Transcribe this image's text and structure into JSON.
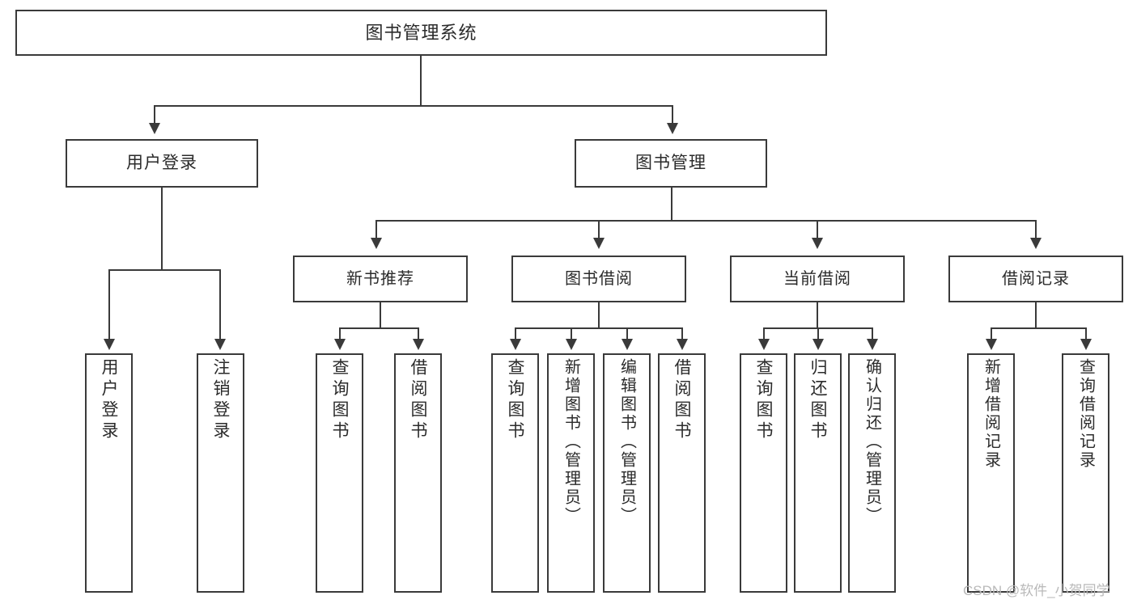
{
  "diagram": {
    "title": "图书管理系统",
    "type": "tree-hierarchy",
    "watermark": "CSDN @软件_小贺同学",
    "colors": {
      "background": "#ffffff",
      "border": "#3a3a3a",
      "text": "#2b2b2b",
      "watermark": "#b9b9b9"
    }
  },
  "nodes": {
    "root": {
      "label": "图书管理系统"
    },
    "level2": [
      {
        "id": "user-login",
        "label": "用户登录"
      },
      {
        "id": "book-manage",
        "label": "图书管理"
      }
    ],
    "level3": [
      {
        "id": "new-book-recommend",
        "label": "新书推荐"
      },
      {
        "id": "book-borrow",
        "label": "图书借阅"
      },
      {
        "id": "current-borrow",
        "label": "当前借阅"
      },
      {
        "id": "borrow-record",
        "label": "借阅记录"
      }
    ],
    "leaves": {
      "user-login": [
        {
          "id": "leaf-user-login",
          "label": "用户登录"
        },
        {
          "id": "leaf-logout-login",
          "label": "注销登录"
        }
      ],
      "new-book-recommend": [
        {
          "id": "leaf-query-book-1",
          "label": "查询图书"
        },
        {
          "id": "leaf-borrow-book-1",
          "label": "借阅图书"
        }
      ],
      "book-borrow": [
        {
          "id": "leaf-query-book-2",
          "label": "查询图书"
        },
        {
          "id": "leaf-add-book",
          "label": "新增图书（管理员）"
        },
        {
          "id": "leaf-edit-book",
          "label": "编辑图书（管理员）"
        },
        {
          "id": "leaf-borrow-book-2",
          "label": "借阅图书"
        }
      ],
      "current-borrow": [
        {
          "id": "leaf-query-book-3",
          "label": "查询图书"
        },
        {
          "id": "leaf-return-book",
          "label": "归还图书"
        },
        {
          "id": "leaf-confirm-return",
          "label": "确认归还（管理员）"
        }
      ],
      "borrow-record": [
        {
          "id": "leaf-add-record",
          "label": "新增借阅记录"
        },
        {
          "id": "leaf-query-record",
          "label": "查询借阅记录"
        }
      ]
    }
  }
}
